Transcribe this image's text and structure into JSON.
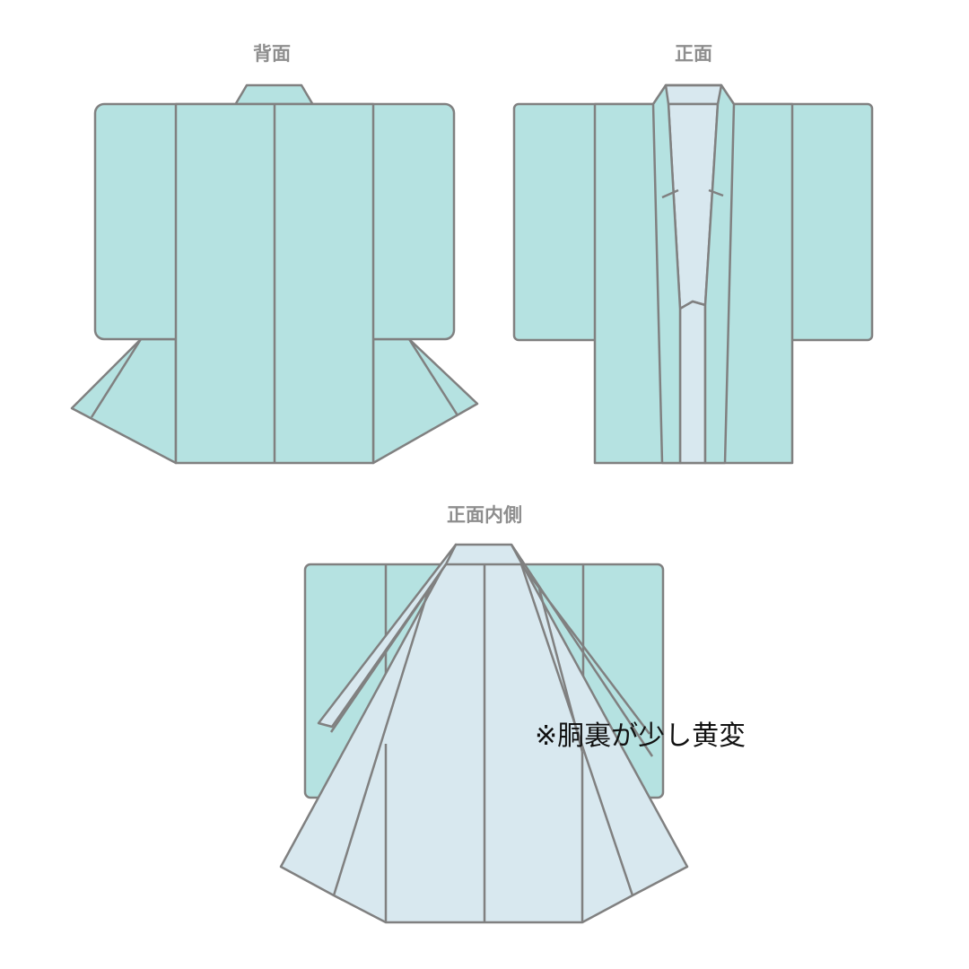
{
  "views": {
    "back": {
      "label": "背面"
    },
    "front": {
      "label": "正面"
    },
    "front_inside": {
      "label": "正面内側"
    }
  },
  "note": {
    "text": "※胴裏が少し黄変"
  },
  "colors": {
    "shell": "#b5e2e1",
    "lining": "#d8e8ef",
    "outline": "#808080",
    "label": "#8e8e8e"
  }
}
